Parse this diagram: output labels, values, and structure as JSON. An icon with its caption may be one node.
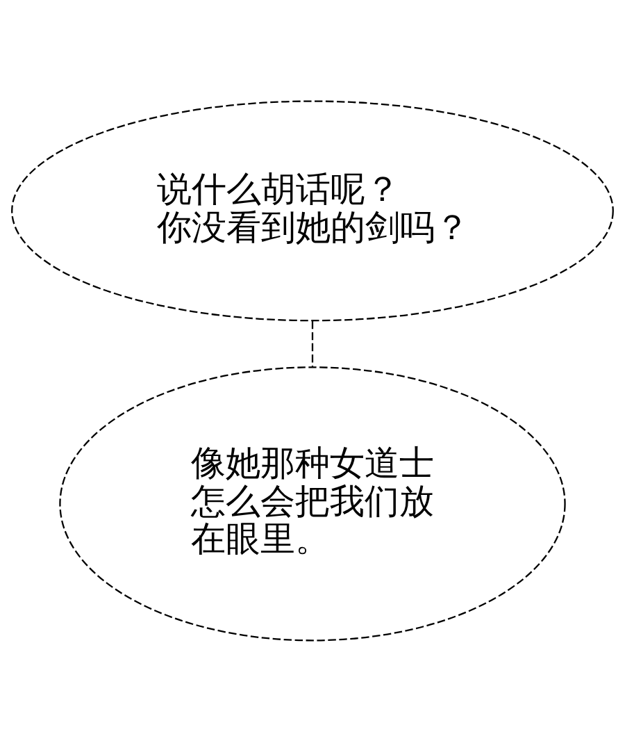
{
  "diagram": {
    "nodes": [
      {
        "text": [
          "说什么胡话呢？你没看到她的剑吗？"
        ]
      },
      {
        "text": [
          "像她那种女道士怎么会把我们放在眼里。"
        ]
      }
    ],
    "edges": [
      {
        "from": 0,
        "to": 1,
        "arrow": "none",
        "style": "dashed"
      }
    ]
  }
}
